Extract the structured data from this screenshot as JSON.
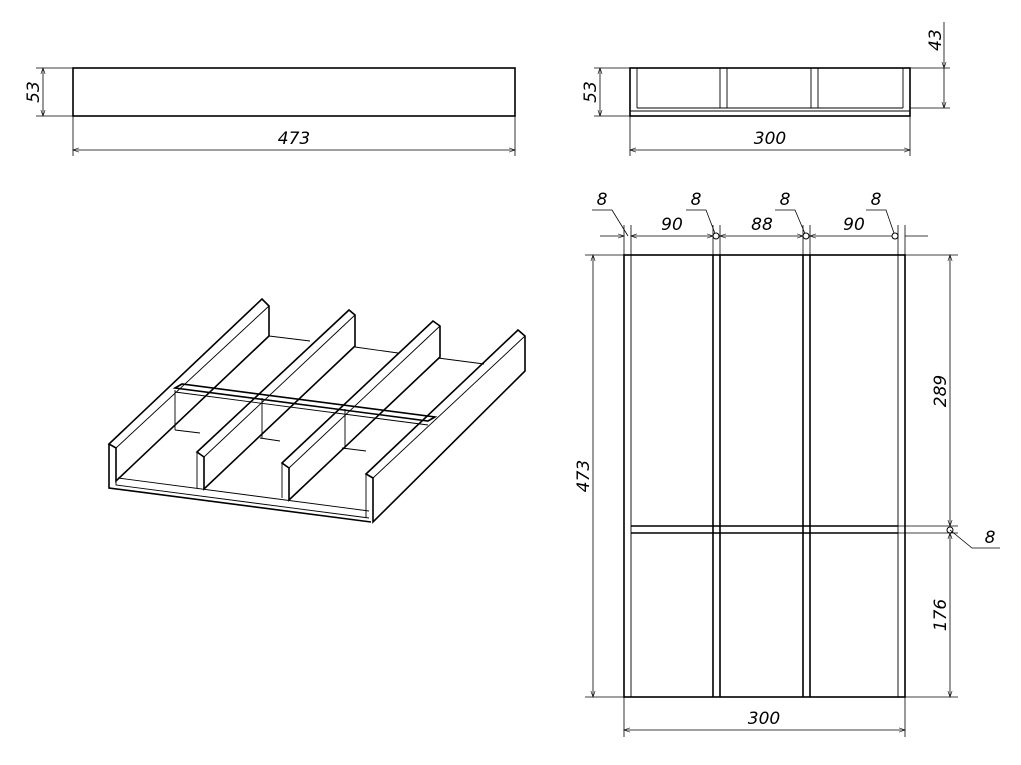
{
  "front_view": {
    "height": "53",
    "length": "473"
  },
  "side_view": {
    "height": "53",
    "length": "300",
    "depth": "43"
  },
  "plan_view": {
    "wall_left": "8",
    "section_1": "90",
    "divider_1": "8",
    "section_2": "88",
    "divider_2": "8",
    "section_3": "90",
    "divider_3": "8",
    "total_length": "473",
    "upper_length": "289",
    "cross_divider": "8",
    "lower_length": "176",
    "total_width": "300"
  }
}
